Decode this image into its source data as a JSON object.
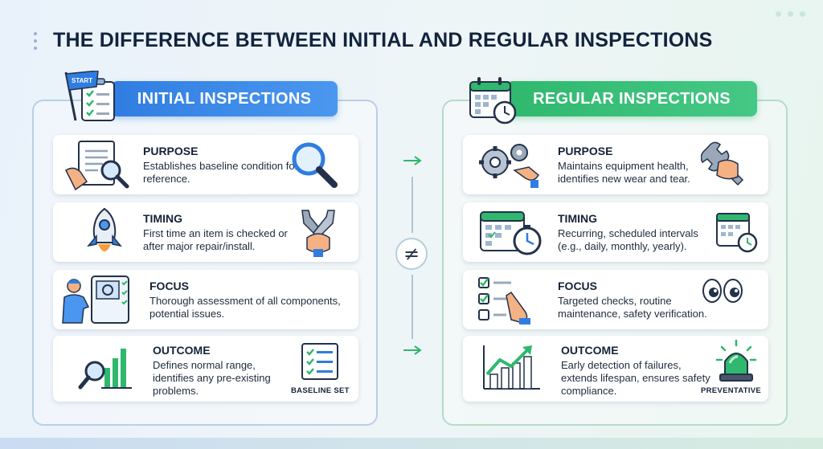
{
  "title": "THE DIFFERENCE BETWEEN INITIAL AND REGULAR INSPECTIONS",
  "divider_symbol": "≠",
  "left": {
    "banner": "INITIAL INSPECTIONS",
    "flag_label": "START",
    "color": "#2f7de1",
    "cards": [
      {
        "heading": "PURPOSE",
        "desc": "Establishes baseline condition for reference."
      },
      {
        "heading": "TIMING",
        "desc": "First time an item is checked or after major repair/install."
      },
      {
        "heading": "FOCUS",
        "desc": "Thorough assessment of all components, potential issues."
      },
      {
        "heading": "OUTCOME",
        "desc": "Defines normal range, identifies any pre-existing problems.",
        "badge": "BASELINE SET"
      }
    ]
  },
  "right": {
    "banner": "REGULAR INSPECTIONS",
    "color": "#2fb86e",
    "cards": [
      {
        "heading": "PURPOSE",
        "desc": "Maintains equipment health, identifies new wear and tear."
      },
      {
        "heading": "TIMING",
        "desc": "Recurring, scheduled intervals (e.g., daily, monthly, yearly)."
      },
      {
        "heading": "FOCUS",
        "desc": "Targeted checks, routine maintenance, safety verification."
      },
      {
        "heading": "OUTCOME",
        "desc": "Early detection of failures, extends lifespan, ensures safety compliance.",
        "badge": "PREVENTATIVE"
      }
    ]
  }
}
